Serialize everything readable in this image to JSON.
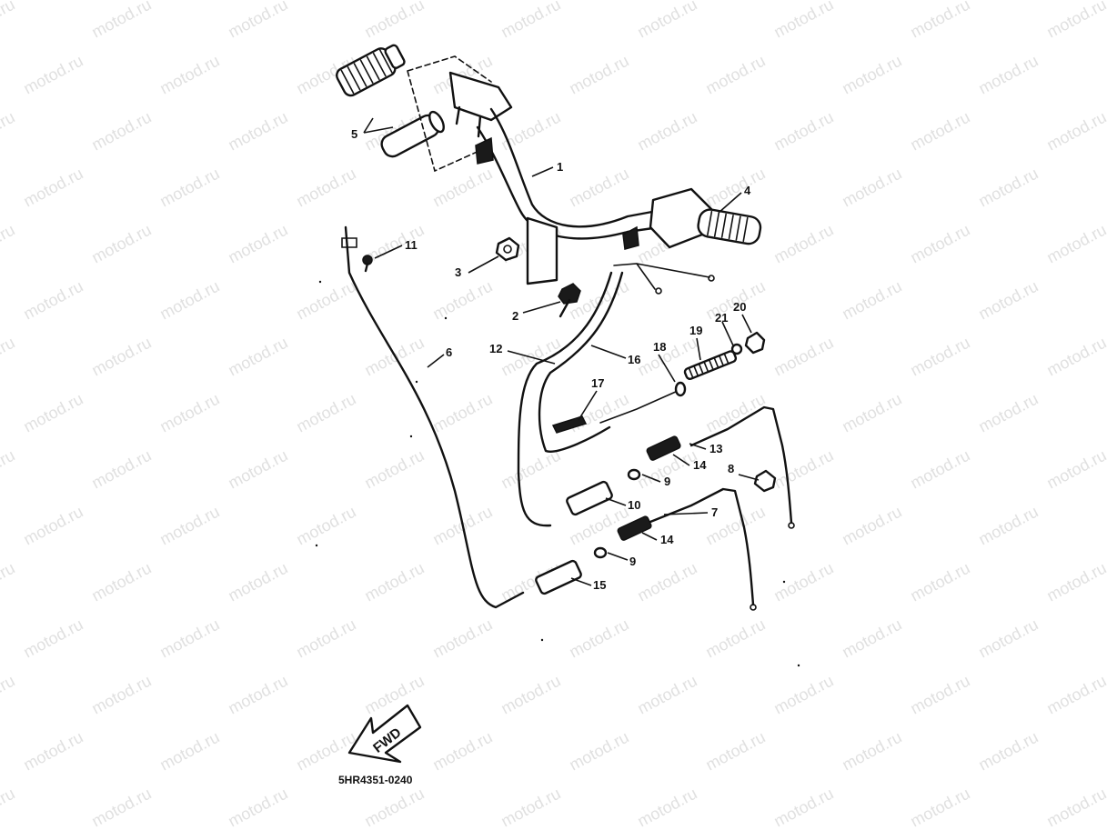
{
  "watermark": "motod.ru",
  "diagram_code": "5HR4351-0240",
  "fwd_label": "FWD",
  "callouts": [
    "1",
    "2",
    "3",
    "4",
    "5",
    "6",
    "7",
    "8",
    "9",
    "9",
    "10",
    "11",
    "12",
    "13",
    "14",
    "14",
    "15",
    "16",
    "17",
    "18",
    "19",
    "20",
    "21"
  ]
}
